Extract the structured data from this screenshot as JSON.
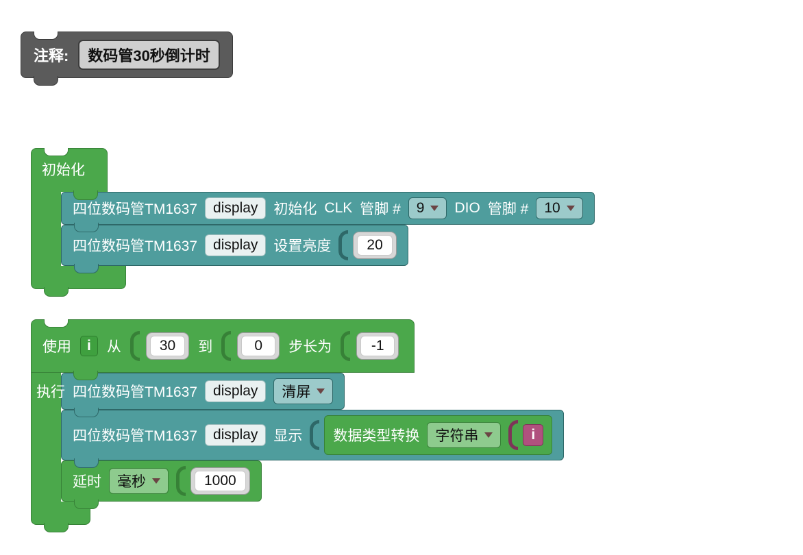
{
  "colors": {
    "green_block": "#4ba84b",
    "teal_block": "#4f9d9d",
    "comment_block_gray": "#5b5b5b",
    "variable_magenta": "#b0517e",
    "shadow_number_field": "#ffffff"
  },
  "comment": {
    "label": "注释:",
    "value": "数码管30秒倒计时"
  },
  "init": {
    "header": "初始化",
    "tm_init": {
      "name": "四位数码管TM1637",
      "variable": "display",
      "action": "初始化",
      "clk_label": "CLK",
      "clk_pin_label": "管脚 #",
      "clk_pin": "9",
      "dio_label": "DIO",
      "dio_pin_label": "管脚 #",
      "dio_pin": "10"
    },
    "tm_brightness": {
      "name": "四位数码管TM1637",
      "variable": "display",
      "action": "设置亮度",
      "value": "20"
    }
  },
  "loop": {
    "use_label": "使用",
    "variable": "i",
    "from_label": "从",
    "from": "30",
    "to_label": "到",
    "to": "0",
    "step_label": "步长为",
    "step": "-1",
    "do_label": "执行",
    "tm_clear": {
      "name": "四位数码管TM1637",
      "variable": "display",
      "action": "清屏"
    },
    "tm_show": {
      "name": "四位数码管TM1637",
      "variable": "display",
      "action": "显示",
      "convert_label": "数据类型转换",
      "convert_type": "字符串",
      "value_variable": "i"
    },
    "delay": {
      "label": "延时",
      "unit": "毫秒",
      "value": "1000"
    }
  }
}
